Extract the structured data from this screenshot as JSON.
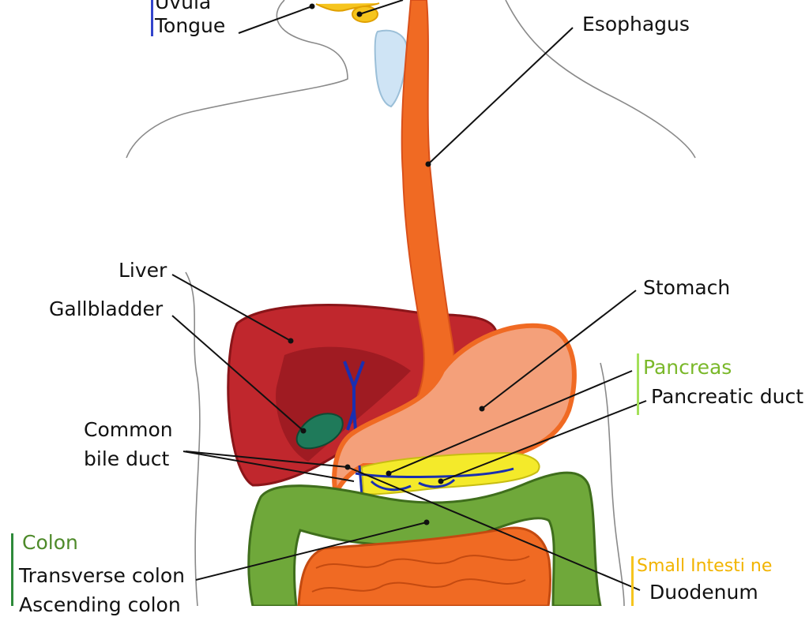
{
  "labels": {
    "uvula": "Uvula",
    "tongue": "Tongue",
    "esophagus": "Esophagus",
    "liver": "Liver",
    "gallbladder": "Gallbladder",
    "stomach": "Stomach",
    "pancreas": "Pancreas",
    "pancreatic_duct": "Pancreatic duct",
    "common_bile_duct_1": "Common",
    "common_bile_duct_2": "bile duct",
    "colon": "Colon",
    "transverse_colon": "Transverse colon",
    "ascending_colon": "Ascending colon",
    "small_intestine": "Small Intesti ne",
    "duodenum": "Duodenum"
  },
  "colors": {
    "esophagus": "#f06a23",
    "liver": "#c0272d",
    "liver_dark": "#9b1b21",
    "gallbladder": "#1f7a5a",
    "stomach": "#f4a07a",
    "pancreas": "#f4ea2a",
    "colon": "#6fa83a",
    "small_intestine": "#f06a23",
    "duct": "#1a2fb0",
    "group_mouth_bar": "#3344cc",
    "group_pancreas_bar": "#a4e05a",
    "group_colon_bar": "#2e8a3a",
    "group_intestine_bar": "#f6c51e"
  }
}
